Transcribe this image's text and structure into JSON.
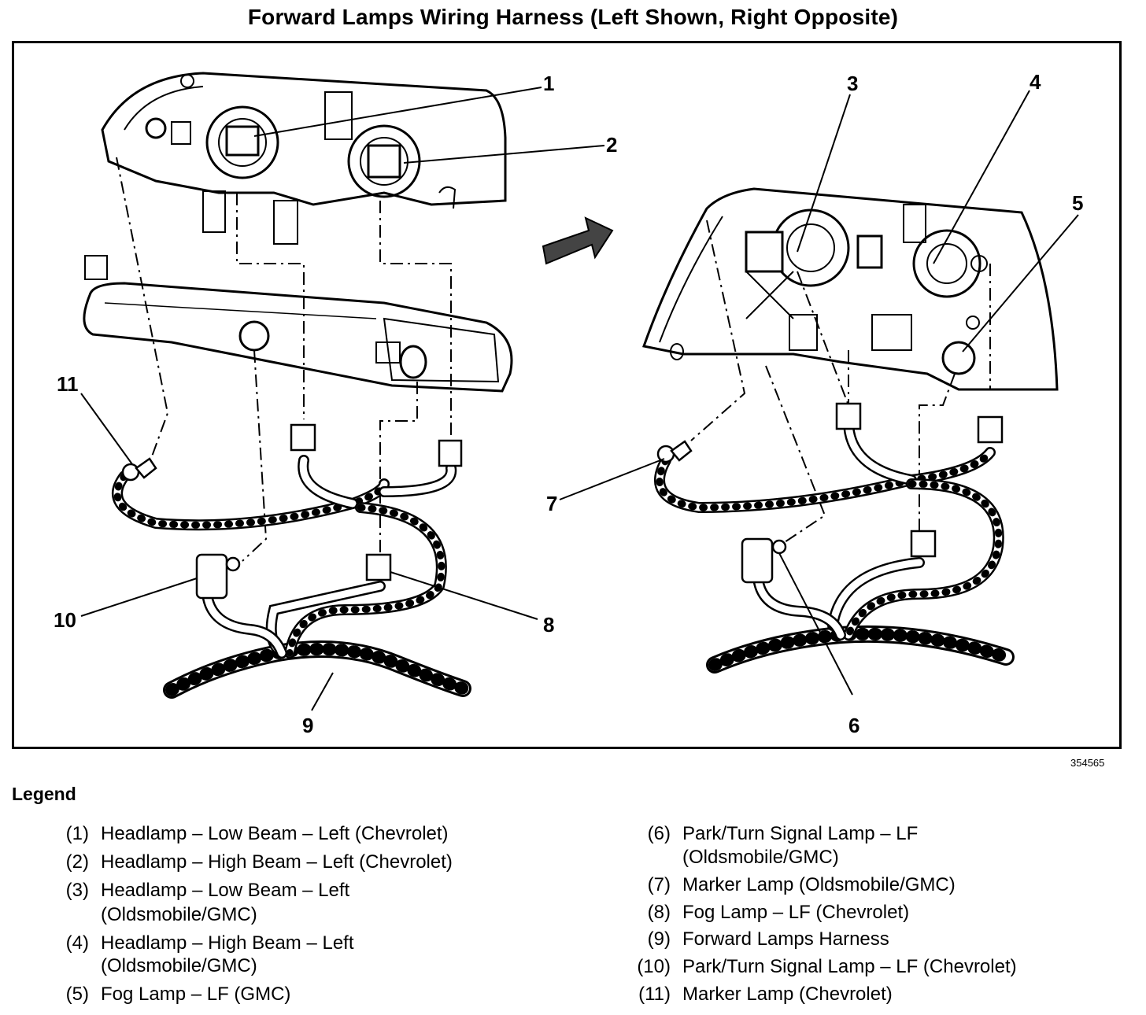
{
  "title": "Forward Lamps Wiring Harness (Left Shown, Right Opposite)",
  "figure_id": "354565",
  "callouts": [
    "1",
    "2",
    "3",
    "4",
    "5",
    "6",
    "7",
    "8",
    "9",
    "10",
    "11"
  ],
  "legend": {
    "heading": "Legend",
    "items": [
      {
        "num": "(1)",
        "text": "Headlamp – Low Beam – Left (Chevrolet)"
      },
      {
        "num": "(2)",
        "text": "Headlamp – High Beam – Left (Chevrolet)"
      },
      {
        "num": "(3)",
        "text": "Headlamp – Low Beam – Left",
        "text2": "(Oldsmobile/GMC)"
      },
      {
        "num": "(4)",
        "text": "Headlamp – High Beam – Left",
        "text2": "(Oldsmobile/GMC)"
      },
      {
        "num": "(5)",
        "text": "Fog Lamp – LF (GMC)"
      },
      {
        "num": "(6)",
        "text": "Park/Turn Signal Lamp – LF",
        "text2": "(Oldsmobile/GMC)"
      },
      {
        "num": "(7)",
        "text": "Marker Lamp (Oldsmobile/GMC)"
      },
      {
        "num": "(8)",
        "text": "Fog Lamp – LF (Chevrolet)"
      },
      {
        "num": "(9)",
        "text": "Forward Lamps Harness"
      },
      {
        "num": "(10)",
        "text": "Park/Turn Signal Lamp – LF (Chevrolet)"
      },
      {
        "num": "(11)",
        "text": "Marker Lamp (Chevrolet)"
      }
    ]
  }
}
